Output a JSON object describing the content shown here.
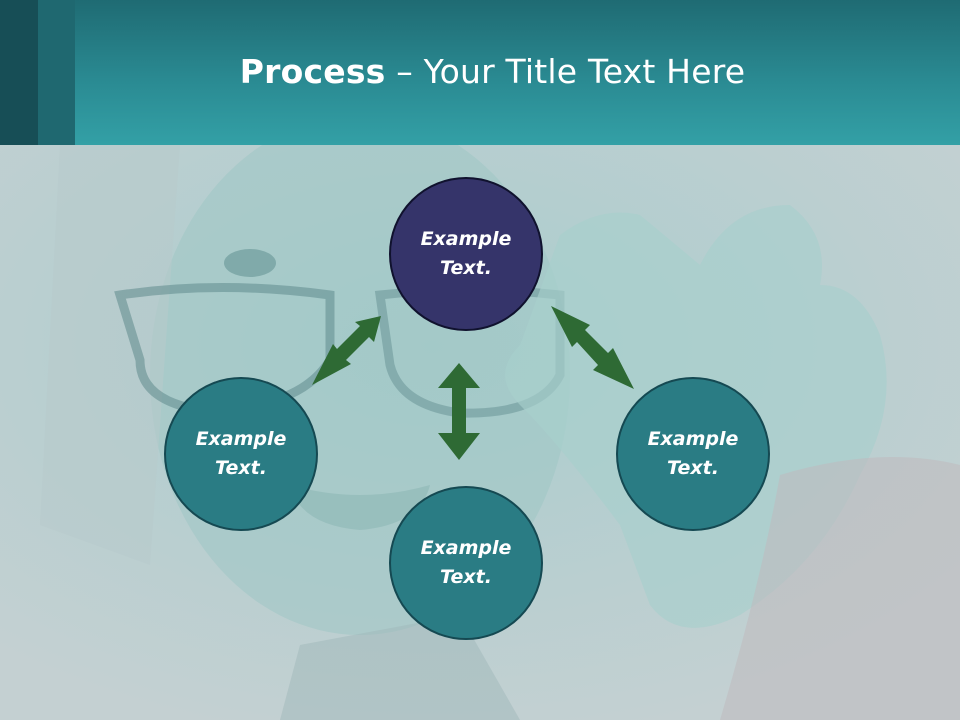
{
  "slide": {
    "title_bold": "Process",
    "title_rest": " – Your Title Text Here"
  },
  "nodes": {
    "top": "Example\nText.",
    "left": "Example\nText.",
    "right": "Example\nText.",
    "bottom": "Example\nText."
  },
  "colors": {
    "header": "#2a8a92",
    "center_node": "#35346a",
    "outer_nodes": "#2a7c84",
    "arrows": "#2e6a34"
  },
  "icons": {
    "connectors": "double-headed-arrow"
  }
}
